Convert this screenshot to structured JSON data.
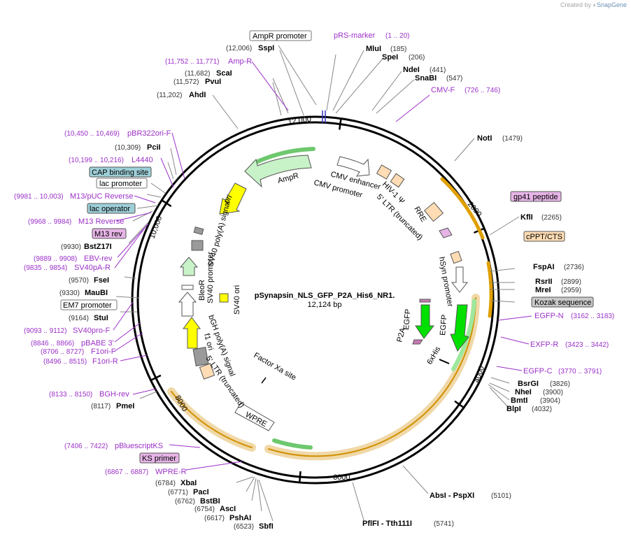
{
  "brand": {
    "prefix": "Created by",
    "name": "SnapGene"
  },
  "plasmid": {
    "name": "pSynapsin_NLS_GFP_P2A_His6_NR1.",
    "size": "12,124 bp"
  },
  "ticks": [
    "2000",
    "4000",
    "6000",
    "8000",
    "10,000",
    "12,000"
  ],
  "sites": [
    {
      "name": "SspI",
      "coord": "(12,006)"
    },
    {
      "name": "ScaI",
      "coord": "(11,682)"
    },
    {
      "name": "PvuI",
      "coord": "(11,572)"
    },
    {
      "name": "AhdI",
      "coord": "(11,202)"
    },
    {
      "name": "PciI",
      "coord": "(10,309)"
    },
    {
      "name": "BstZ17I",
      "coord": "(9930)"
    },
    {
      "name": "FseI",
      "coord": "(9570)"
    },
    {
      "name": "MauBI",
      "coord": "(9330)"
    },
    {
      "name": "StuI",
      "coord": "(9164)"
    },
    {
      "name": "PmeI",
      "coord": "(8117)"
    },
    {
      "name": "XbaI",
      "coord": "(6784)"
    },
    {
      "name": "PacI",
      "coord": "(6771)"
    },
    {
      "name": "BstBI",
      "coord": "(6762)"
    },
    {
      "name": "AscI",
      "coord": "(6754)"
    },
    {
      "name": "PshAI",
      "coord": "(6617)"
    },
    {
      "name": "SbfI",
      "coord": "(6523)"
    },
    {
      "name": "PflFI - Tth111I",
      "coord": "(5741)"
    },
    {
      "name": "AbsI - PspXI",
      "coord": "(5101)"
    },
    {
      "name": "MluI",
      "coord": "(185)"
    },
    {
      "name": "SpeI",
      "coord": "(206)"
    },
    {
      "name": "NdeI",
      "coord": "(441)"
    },
    {
      "name": "SnaBI",
      "coord": "(547)"
    },
    {
      "name": "NotI",
      "coord": "(1479)"
    },
    {
      "name": "KflI",
      "coord": "(2265)"
    },
    {
      "name": "FspAI",
      "coord": "(2736)"
    },
    {
      "name": "RsrII",
      "coord": "(2899)"
    },
    {
      "name": "MreI",
      "coord": "(2959)"
    },
    {
      "name": "BsrGI",
      "coord": "(3826)"
    },
    {
      "name": "NheI",
      "coord": "(3900)"
    },
    {
      "name": "BmtI",
      "coord": "(3904)"
    },
    {
      "name": "BlpI",
      "coord": "(4032)"
    }
  ],
  "primers": [
    {
      "name": "pRS-marker",
      "coord": "(1 .. 20)"
    },
    {
      "name": "CMV-F",
      "coord": "(726 .. 746)"
    },
    {
      "name": "Amp-R",
      "coord": "(11,752 .. 11,771)"
    },
    {
      "name": "pBR322ori-F",
      "coord": "(10,450 .. 10,469)"
    },
    {
      "name": "L4440",
      "coord": "(10,199 .. 10,216)"
    },
    {
      "name": "M13/pUC Reverse",
      "coord": "(9981 .. 10,003)"
    },
    {
      "name": "M13 Reverse",
      "coord": "(9968 .. 9984)"
    },
    {
      "name": "EBV-rev",
      "coord": "(9889 .. 9908)"
    },
    {
      "name": "SV40pA-R",
      "coord": "(9835 .. 9854)"
    },
    {
      "name": "SV40pro-F",
      "coord": "(9093 .. 9112)"
    },
    {
      "name": "pBABE 3'",
      "coord": "(8846 .. 8866)"
    },
    {
      "name": "F1ori-F",
      "coord": "(8706 .. 8727)"
    },
    {
      "name": "F1ori-R",
      "coord": "(8496 .. 8515)"
    },
    {
      "name": "BGH-rev",
      "coord": "(8133 .. 8150)"
    },
    {
      "name": "pBluescriptKS",
      "coord": "(7406 .. 7422)"
    },
    {
      "name": "WPRE-R",
      "coord": "(6867 .. 6887)"
    },
    {
      "name": "EGFP-N",
      "coord": "(3162 .. 3183)"
    },
    {
      "name": "EXFP-R",
      "coord": "(3423 .. 3442)"
    },
    {
      "name": "EGFP-C",
      "coord": "(3770 .. 3791)"
    }
  ],
  "boxed": [
    {
      "name": "AmpR promoter"
    },
    {
      "name": "CAP binding site"
    },
    {
      "name": "lac promoter"
    },
    {
      "name": "lac operator"
    },
    {
      "name": "M13 rev"
    },
    {
      "name": "EM7 promoter"
    },
    {
      "name": "KS primer"
    },
    {
      "name": "gp41 peptide"
    },
    {
      "name": "cPPT/CTS"
    },
    {
      "name": "Kozak sequence"
    }
  ],
  "features": [
    {
      "name": "AmpR"
    },
    {
      "name": "ori"
    },
    {
      "name": "CMV enhancer"
    },
    {
      "name": "CMV promoter"
    },
    {
      "name": "HIV-1 Ψ"
    },
    {
      "name": "5' LTR (truncated)"
    },
    {
      "name": "RRE"
    },
    {
      "name": "hSyn promoter"
    },
    {
      "name": "EGFP"
    },
    {
      "name": "EGFP"
    },
    {
      "name": "P2A"
    },
    {
      "name": "6xHis"
    },
    {
      "name": "SV40 poly(A) signal"
    },
    {
      "name": "BleoR"
    },
    {
      "name": "SV40 promoter"
    },
    {
      "name": "SV40 ori"
    },
    {
      "name": "bGH poly(A) signal"
    },
    {
      "name": "f1 ori"
    },
    {
      "name": "5' LTR (truncated)"
    },
    {
      "name": "Factor Xa site"
    },
    {
      "name": "WPRE"
    }
  ],
  "colors": {
    "primer": "#9b30c8",
    "ring": "#000000",
    "gene_green": "#c8f2c8",
    "egfp": "#00e000",
    "ori_yellow": "#ffff00",
    "ltr_tan": "#ffdcb4",
    "orange": "#e0a000",
    "box_teal": "#9ecfd8",
    "box_pink": "#e6b4e6"
  }
}
